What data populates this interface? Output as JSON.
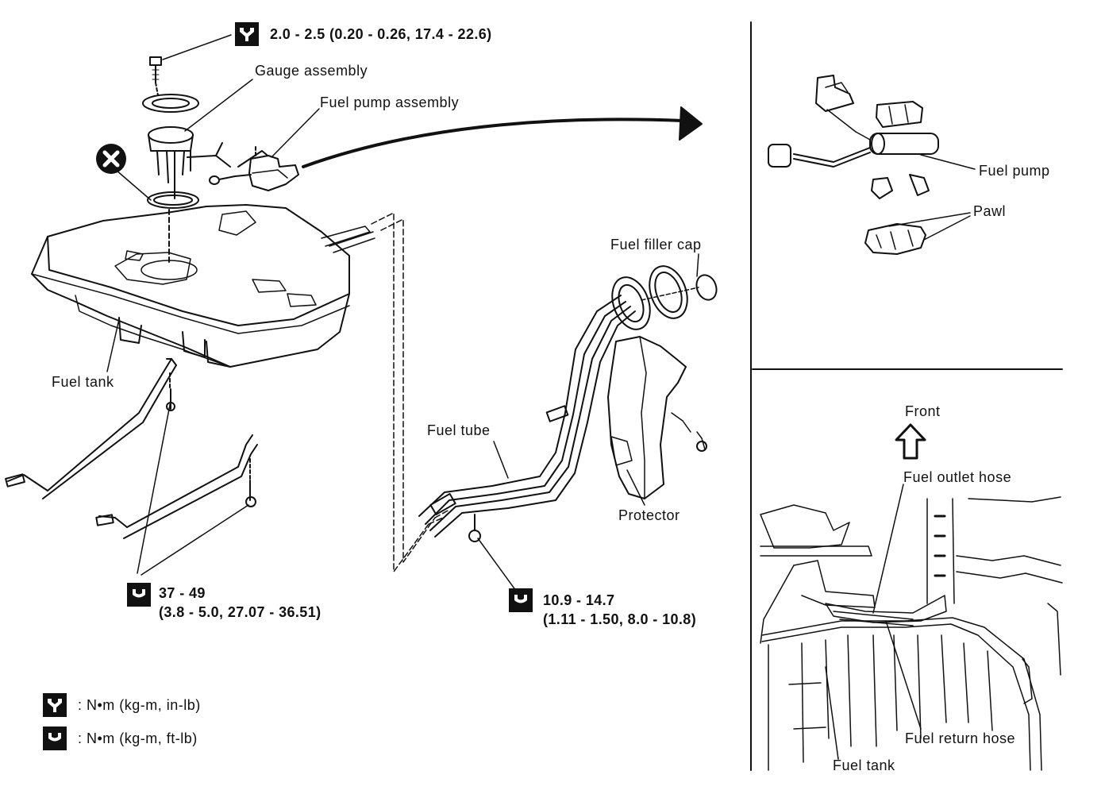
{
  "labels": {
    "gauge_assembly": "Gauge assembly",
    "fuel_pump_assembly": "Fuel pump assembly",
    "fuel_tank_main": "Fuel tank",
    "fuel_filler_cap": "Fuel filler cap",
    "fuel_tube": "Fuel tube",
    "protector": "Protector",
    "fuel_pump": "Fuel pump",
    "pawl": "Pawl",
    "front": "Front",
    "fuel_outlet_hose": "Fuel outlet hose",
    "fuel_return_hose": "Fuel return hose",
    "fuel_tank_inset": "Fuel tank"
  },
  "torque": {
    "gauge_bolt": "2.0 - 2.5 (0.20 - 0.26, 17.4 - 22.6)",
    "strap_bolt_line1": "37 - 49",
    "strap_bolt_line2": "(3.8 - 5.0, 27.07 - 36.51)",
    "tube_bolt_line1": "10.9 - 14.7",
    "tube_bolt_line2": "(1.11 - 1.50, 8.0 - 10.8)"
  },
  "legend": {
    "inlb": ": N•m (kg-m, in-lb)",
    "ftlb": ": N•m (kg-m, ft-lb)"
  },
  "icons": {
    "torque_inlb": "wrench-hand-filled-icon",
    "torque_ftlb": "wrench-outline-icon",
    "do_not_reuse": "do-not-reuse-x-icon",
    "front_arrow": "front-arrow-icon"
  }
}
